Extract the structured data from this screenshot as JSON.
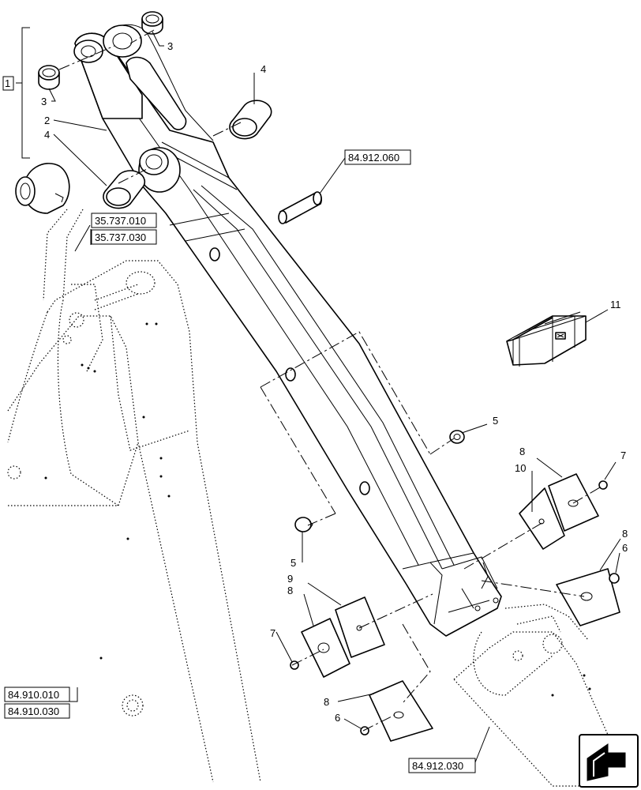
{
  "callouts": {
    "c1": "1",
    "c2": "2",
    "c3a": "3",
    "c3b": "3",
    "c4a": "4",
    "c4b": "4",
    "c5a": "5",
    "c5b": "5",
    "c6a": "6",
    "c6b": "6",
    "c7a": "7",
    "c7b": "7",
    "c8a": "8",
    "c8b": "8",
    "c8c": "8",
    "c8d": "8",
    "c9": "9",
    "c10": "10",
    "c11": "11"
  },
  "references": {
    "ref_84_912_060": "84.912.060",
    "ref_35_737_010": "35.737.010",
    "ref_35_737_030": "35.737.030",
    "ref_84_910_010": "84.910.010",
    "ref_84_910_030": "84.910.030",
    "ref_84_912_030": "84.912.030"
  },
  "nav": {
    "icon": "arrow-navigation-icon"
  }
}
